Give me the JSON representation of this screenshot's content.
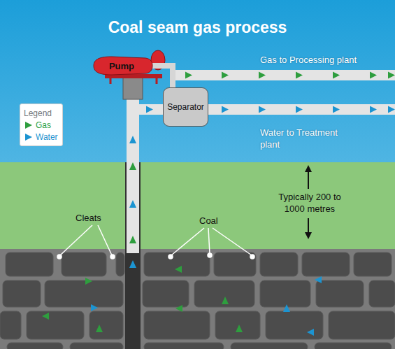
{
  "diagram": {
    "title": "Coal seam gas process",
    "nodes": [
      {
        "text": [
          "Pump"
        ]
      },
      {
        "text": [
          "Separator"
        ]
      }
    ],
    "edges": [
      {
        "from": 0,
        "to": 1,
        "arrow": "none"
      }
    ],
    "labels": [
      "Gas to Processing plant",
      "Water to Treatment plant",
      "Typically 200 to 1000 metres",
      "Cleats",
      "Coal",
      "Legend"
    ],
    "legend": [
      {
        "text": "Gas",
        "color": "#2e9e3e"
      },
      {
        "text": "Water",
        "color": "#1c94d1"
      }
    ]
  }
}
